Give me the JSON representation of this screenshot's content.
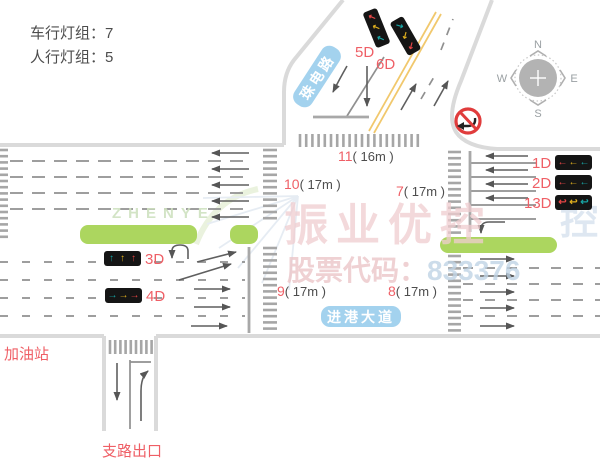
{
  "info": {
    "vehicle_lights": "车行灯组：7",
    "pedestrian_lights": "人行灯组：5"
  },
  "badges": {
    "north_road": "珠电路",
    "main_road": "进港大道"
  },
  "labels": {
    "gas_station": "加油站",
    "side_exit": "支路出口"
  },
  "compass": {
    "n": "N",
    "e": "E",
    "s": "S",
    "w": "W"
  },
  "watermark": {
    "latin": "ZHENYE",
    "brand": "振业优控",
    "stock_prefix": "股票代码：",
    "stock_code": "833376",
    "echo": "控"
  },
  "segments": {
    "m11": {
      "id": "11",
      "len": "( 16m )"
    },
    "m10": {
      "id": "10",
      "len": "( 17m )"
    },
    "m7": {
      "id": "7",
      "len": "( 17m )"
    },
    "m9": {
      "id": "9",
      "len": "( 17m )"
    },
    "m8": {
      "id": "8",
      "len": "( 17m )"
    }
  },
  "signals": {
    "s5d": {
      "label": "5D",
      "arrows": [
        {
          "g": "↖",
          "c": "red"
        },
        {
          "g": "↖",
          "c": "yellow"
        },
        {
          "g": "↖",
          "c": "teal"
        }
      ]
    },
    "s6d": {
      "label": "6D",
      "arrows": [
        {
          "g": "↘",
          "c": "teal"
        },
        {
          "g": "↙",
          "c": "yellow"
        },
        {
          "g": "↙",
          "c": "red"
        }
      ]
    },
    "s3d": {
      "label": "3D",
      "arrows": [
        {
          "g": "↑",
          "c": "teal"
        },
        {
          "g": "↑",
          "c": "yellow"
        },
        {
          "g": "↑",
          "c": "red"
        }
      ]
    },
    "s4d": {
      "label": "4D",
      "arrows": [
        {
          "g": "→",
          "c": "teal"
        },
        {
          "g": "→",
          "c": "yellow"
        },
        {
          "g": "→",
          "c": "red"
        }
      ]
    },
    "s1d": {
      "label": "1D",
      "arrows": [
        {
          "g": "←",
          "c": "red"
        },
        {
          "g": "←",
          "c": "yellow"
        },
        {
          "g": "←",
          "c": "teal"
        }
      ]
    },
    "s2d": {
      "label": "2D",
      "arrows": [
        {
          "g": "←",
          "c": "red"
        },
        {
          "g": "←",
          "c": "yellow"
        },
        {
          "g": "←",
          "c": "teal"
        }
      ]
    },
    "s13d": {
      "label": "13D",
      "arrows": [
        {
          "g": "↩",
          "c": "red"
        },
        {
          "g": "↩",
          "c": "yellow"
        },
        {
          "g": "↩",
          "c": "teal"
        }
      ]
    }
  },
  "colors": {
    "accent_red": "#ef5f66",
    "badge_blue": "#a3d2ee",
    "median_green": "#acd65f",
    "signal_red": "#e64545",
    "signal_yellow": "#dfaf1e",
    "signal_teal": "#17a2a2",
    "road_edge": "#dadada",
    "no_turn_red": "#e03c3c"
  }
}
